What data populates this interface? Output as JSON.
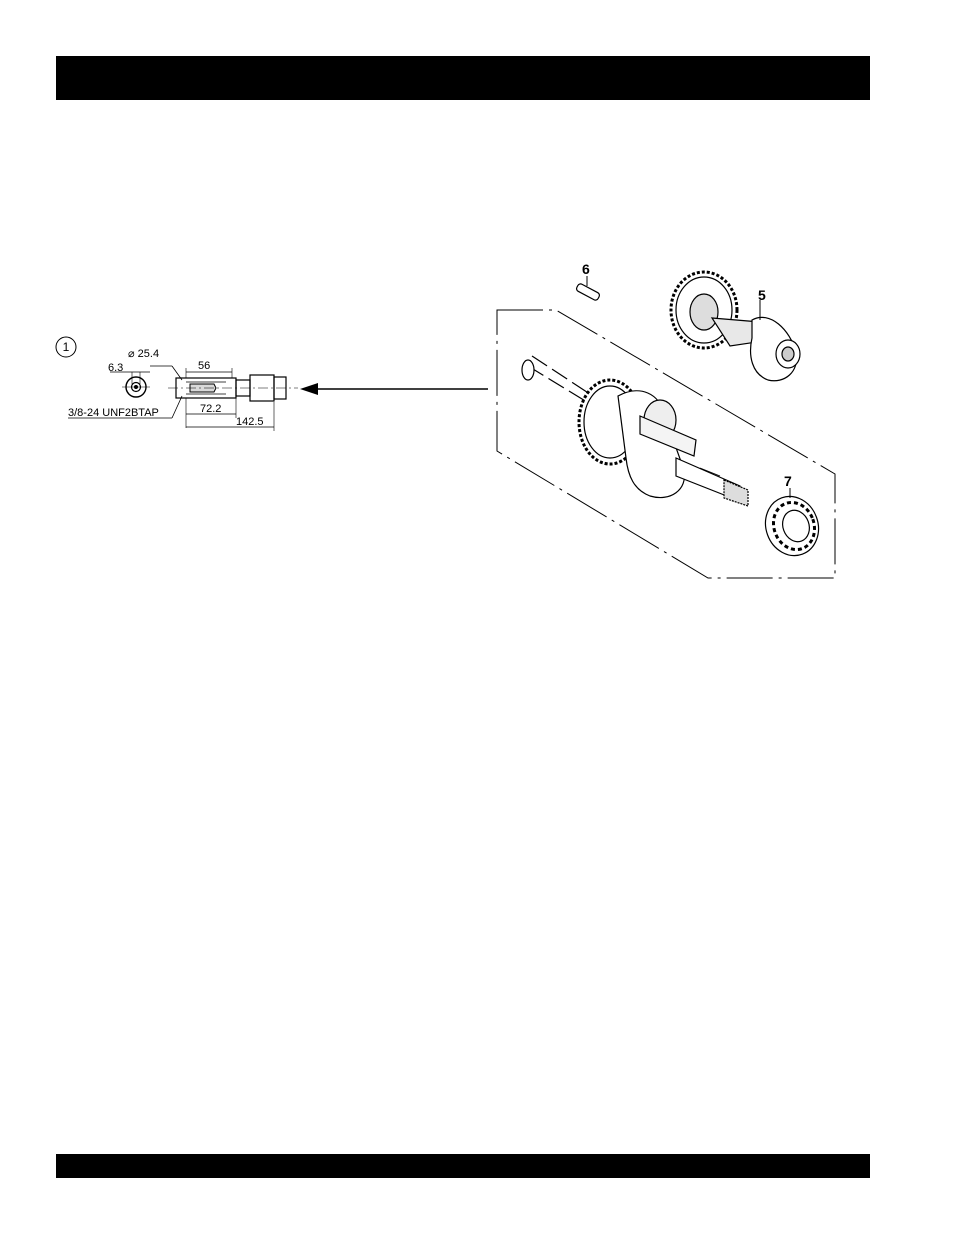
{
  "diagram": {
    "detail_callout": "1",
    "dims": {
      "diameter": "⌀ 25.4",
      "offset": "6.3",
      "len56": "56",
      "len72": "72.2",
      "len142": "142.5",
      "thread": "3/8-24 UNF2BTAP"
    },
    "callouts": {
      "key": "6",
      "crankshaft_alt": "5",
      "bearing": "7"
    }
  }
}
